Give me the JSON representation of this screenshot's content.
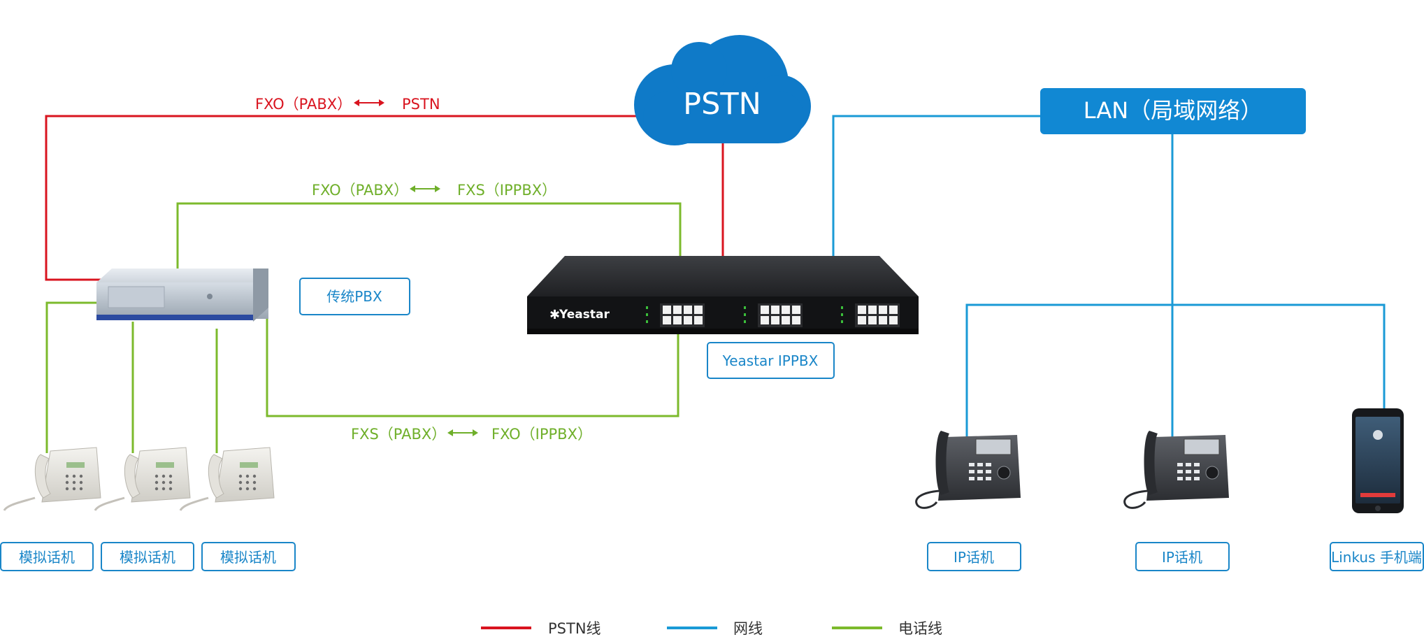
{
  "colors": {
    "pstn": "#d9141f",
    "network": "#1a9ad6",
    "phone": "#7cba2c",
    "cloud": "#0f7ac8",
    "lan_box": "#1188d3",
    "box_border": "#1a86c8"
  },
  "nodes": {
    "pstn_cloud": "PSTN",
    "lan": "LAN（局域网络）",
    "legacy_pbx": "传统PBX",
    "ippbx": "Yeastar IPPBX",
    "ippbx_brand": "Yeastar",
    "analog_phones": [
      "模拟话机",
      "模拟话机",
      "模拟话机"
    ],
    "ip_phones": [
      "IP话机",
      "IP话机"
    ],
    "mobile": "Linkus 手机端"
  },
  "links": {
    "fxo_pstn": {
      "left": "FXO（PABX）",
      "right": "PSTN"
    },
    "fxo_fxs": {
      "left": "FXO（PABX）",
      "right": "FXS（IPPBX）"
    },
    "fxs_fxo": {
      "left": "FXS（PABX）",
      "right": "FXO（IPPBX）"
    }
  },
  "legend": [
    {
      "label": "PSTN线",
      "color": "#d9141f"
    },
    {
      "label": "网线",
      "color": "#1a9ad6"
    },
    {
      "label": "电话线",
      "color": "#7cba2c"
    }
  ],
  "icons": {
    "arrow": "double-arrow-icon",
    "analog_phone": "analog-phone-icon",
    "ip_phone": "ip-phone-icon",
    "mobile": "smartphone-icon",
    "pbx": "pbx-device-icon",
    "ippbx": "ippbx-device-icon",
    "cloud": "cloud-icon"
  }
}
